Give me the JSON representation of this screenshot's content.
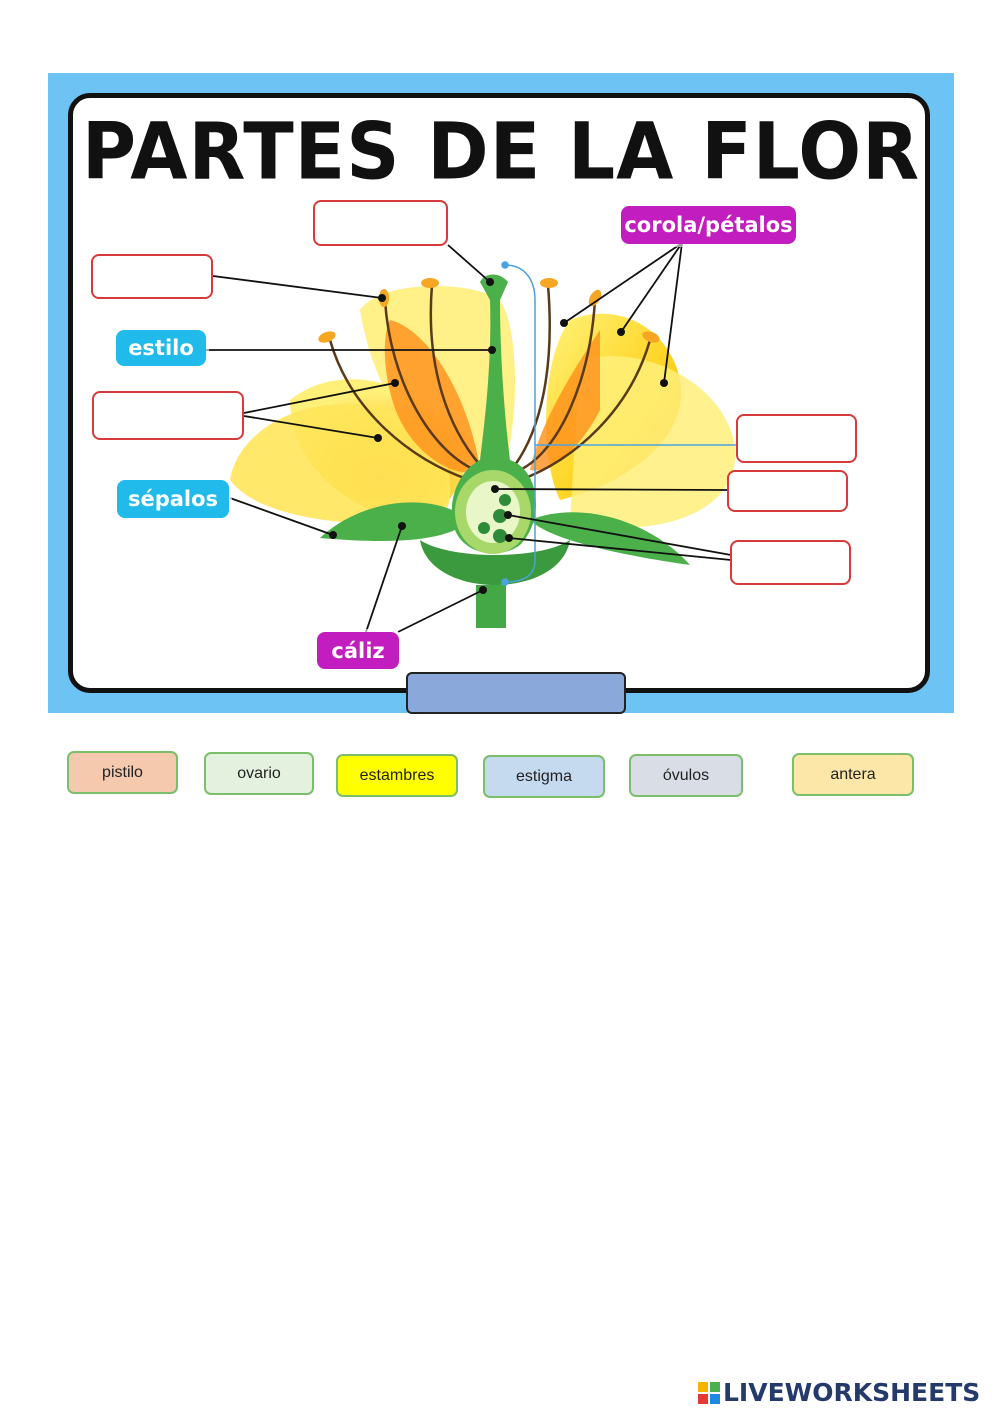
{
  "title": "PARTES DE LA FLOR",
  "labels": {
    "estilo": "estilo",
    "sepalos": "sépalos",
    "corola": "corola/pétalos",
    "caliz": "cáliz"
  },
  "word_bank": [
    {
      "text": "pistilo",
      "color": "#f5c9ae"
    },
    {
      "text": "ovario",
      "color": "#e4f1de"
    },
    {
      "text": "estambres",
      "color": "#ffff00"
    },
    {
      "text": "estigma",
      "color": "#c5d9ef"
    },
    {
      "text": "óvulos",
      "color": "#d9dee6"
    },
    {
      "text": "antera",
      "color": "#fde7a8"
    }
  ],
  "colors": {
    "frame": "#6ec3f5",
    "pill_blue": "#20bbea",
    "pill_magenta": "#c21dbf",
    "answer_border": "#d63a3a",
    "petal_yellow": "#ffe860",
    "stem_green": "#3aa34a"
  },
  "footer": {
    "brand": "LIVEWORKSHEETS",
    "logo_icon": "liveworksheets-logo-icon"
  }
}
